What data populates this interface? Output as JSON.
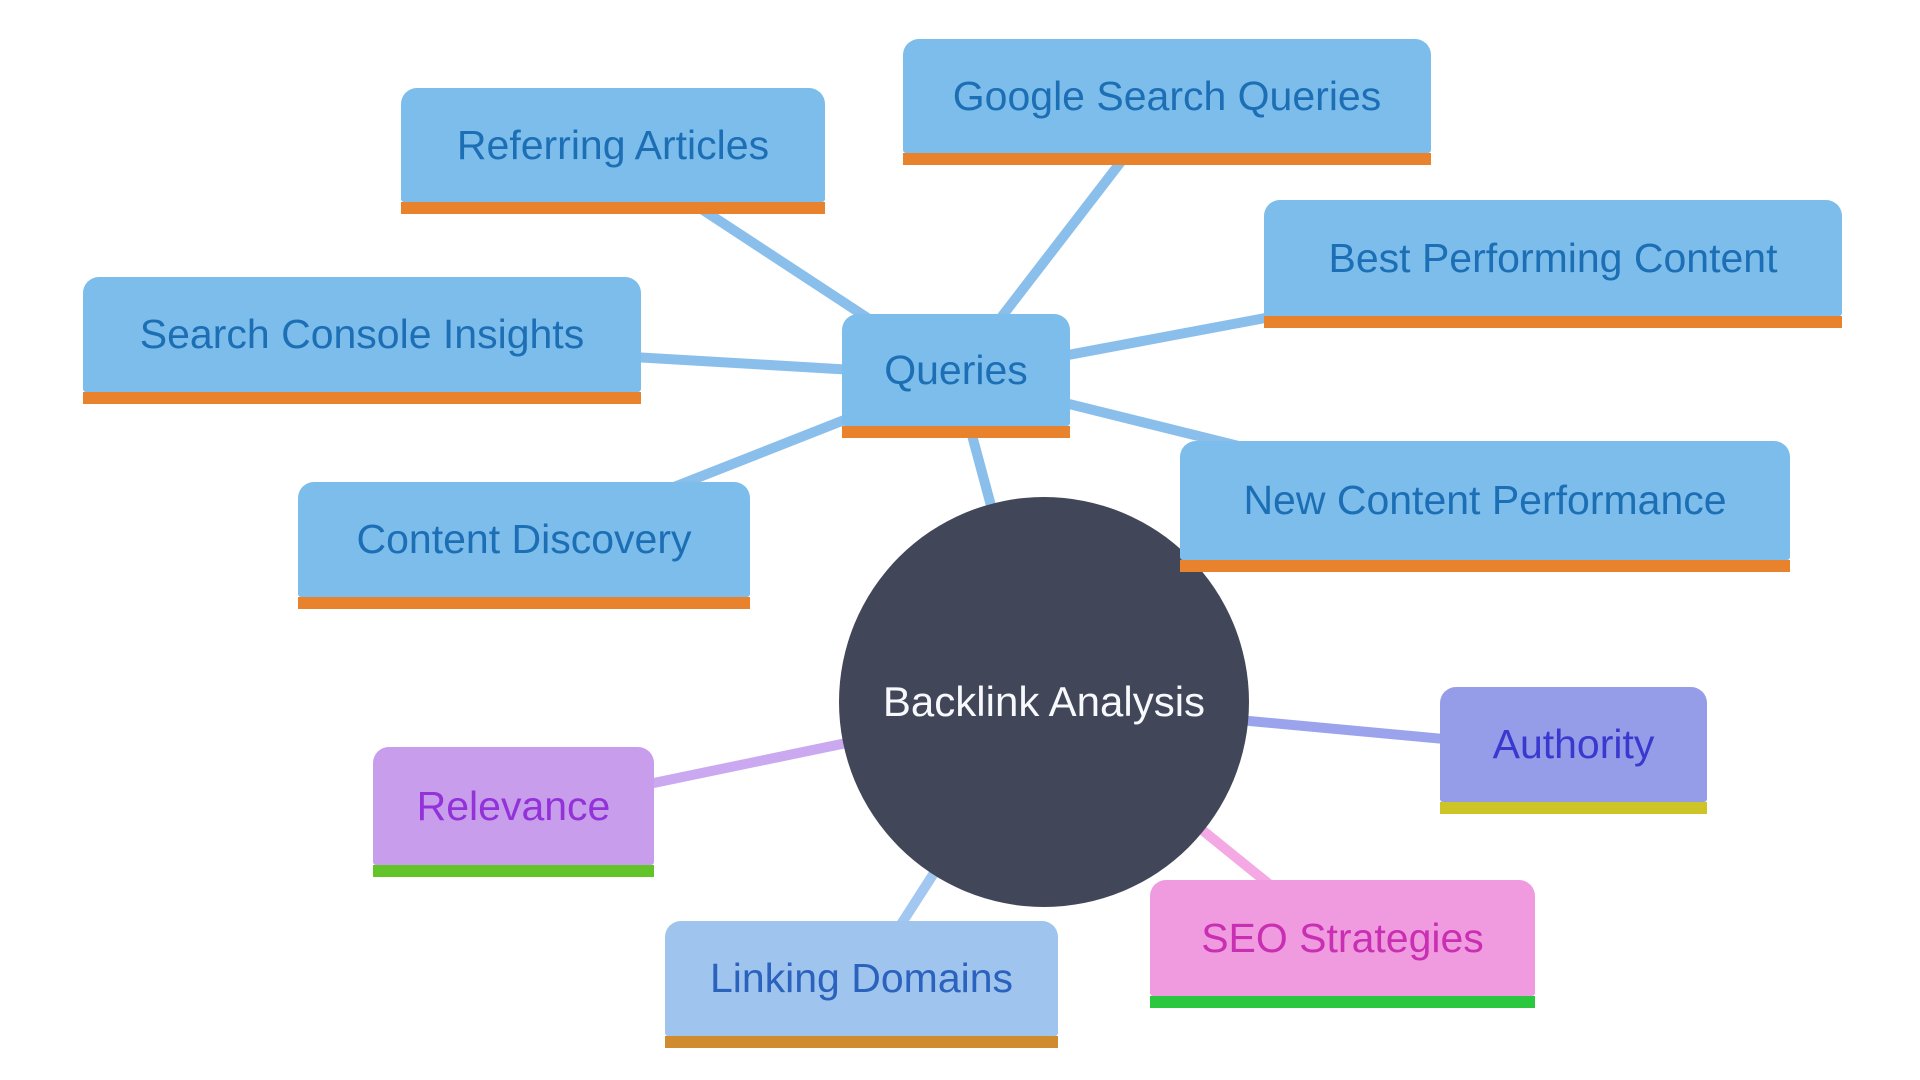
{
  "diagram": {
    "title": "Backlink Analysis mind map",
    "nodes": {
      "center": {
        "label": "Backlink Analysis"
      },
      "queries": {
        "label": "Queries"
      },
      "google_search_queries": {
        "label": "Google Search Queries"
      },
      "referring_articles": {
        "label": "Referring Articles"
      },
      "search_console_insights": {
        "label": "Search Console Insights"
      },
      "content_discovery": {
        "label": "Content Discovery"
      },
      "best_performing_content": {
        "label": "Best Performing Content"
      },
      "new_content_performance": {
        "label": "New Content Performance"
      },
      "authority": {
        "label": "Authority"
      },
      "relevance": {
        "label": "Relevance"
      },
      "seo_strategies": {
        "label": "SEO Strategies"
      },
      "linking_domains": {
        "label": "Linking Domains"
      }
    },
    "edges": [
      {
        "from": "queries",
        "to": "referring_articles"
      },
      {
        "from": "queries",
        "to": "google_search_queries"
      },
      {
        "from": "queries",
        "to": "search_console_insights"
      },
      {
        "from": "queries",
        "to": "content_discovery"
      },
      {
        "from": "queries",
        "to": "best_performing_content"
      },
      {
        "from": "queries",
        "to": "new_content_performance"
      },
      {
        "from": "queries",
        "to": "center"
      },
      {
        "from": "center",
        "to": "authority"
      },
      {
        "from": "center",
        "to": "relevance"
      },
      {
        "from": "center",
        "to": "seo_strategies"
      },
      {
        "from": "center",
        "to": "linking_domains"
      }
    ],
    "palette": {
      "background": "#FFFFFF",
      "branch_blue_fill": "#7CBDEB",
      "branch_blue_text": "#1D6FB5",
      "branch_blue_underline": "#E8822C",
      "branch_blue_edge": "#8ABFEC",
      "linking_domains_fill": "#9FC4ED",
      "linking_domains_text": "#2A62BE",
      "linking_domains_underline": "#CF8B2D",
      "linking_domains_edge": "#A2C7F0",
      "authority_fill": "#959DE9",
      "authority_text": "#3939CF",
      "authority_underline": "#CDC427",
      "authority_edge": "#9BA3EC",
      "relevance_fill": "#C89DEB",
      "relevance_text": "#9232D8",
      "relevance_underline": "#63C42A",
      "relevance_edge": "#CBA9F1",
      "seo_fill": "#F09BDF",
      "seo_text": "#C92FB2",
      "seo_underline": "#2BC73E",
      "seo_edge": "#F4A9E5",
      "center_fill": "#424659",
      "center_text": "#F8F9FC"
    }
  }
}
